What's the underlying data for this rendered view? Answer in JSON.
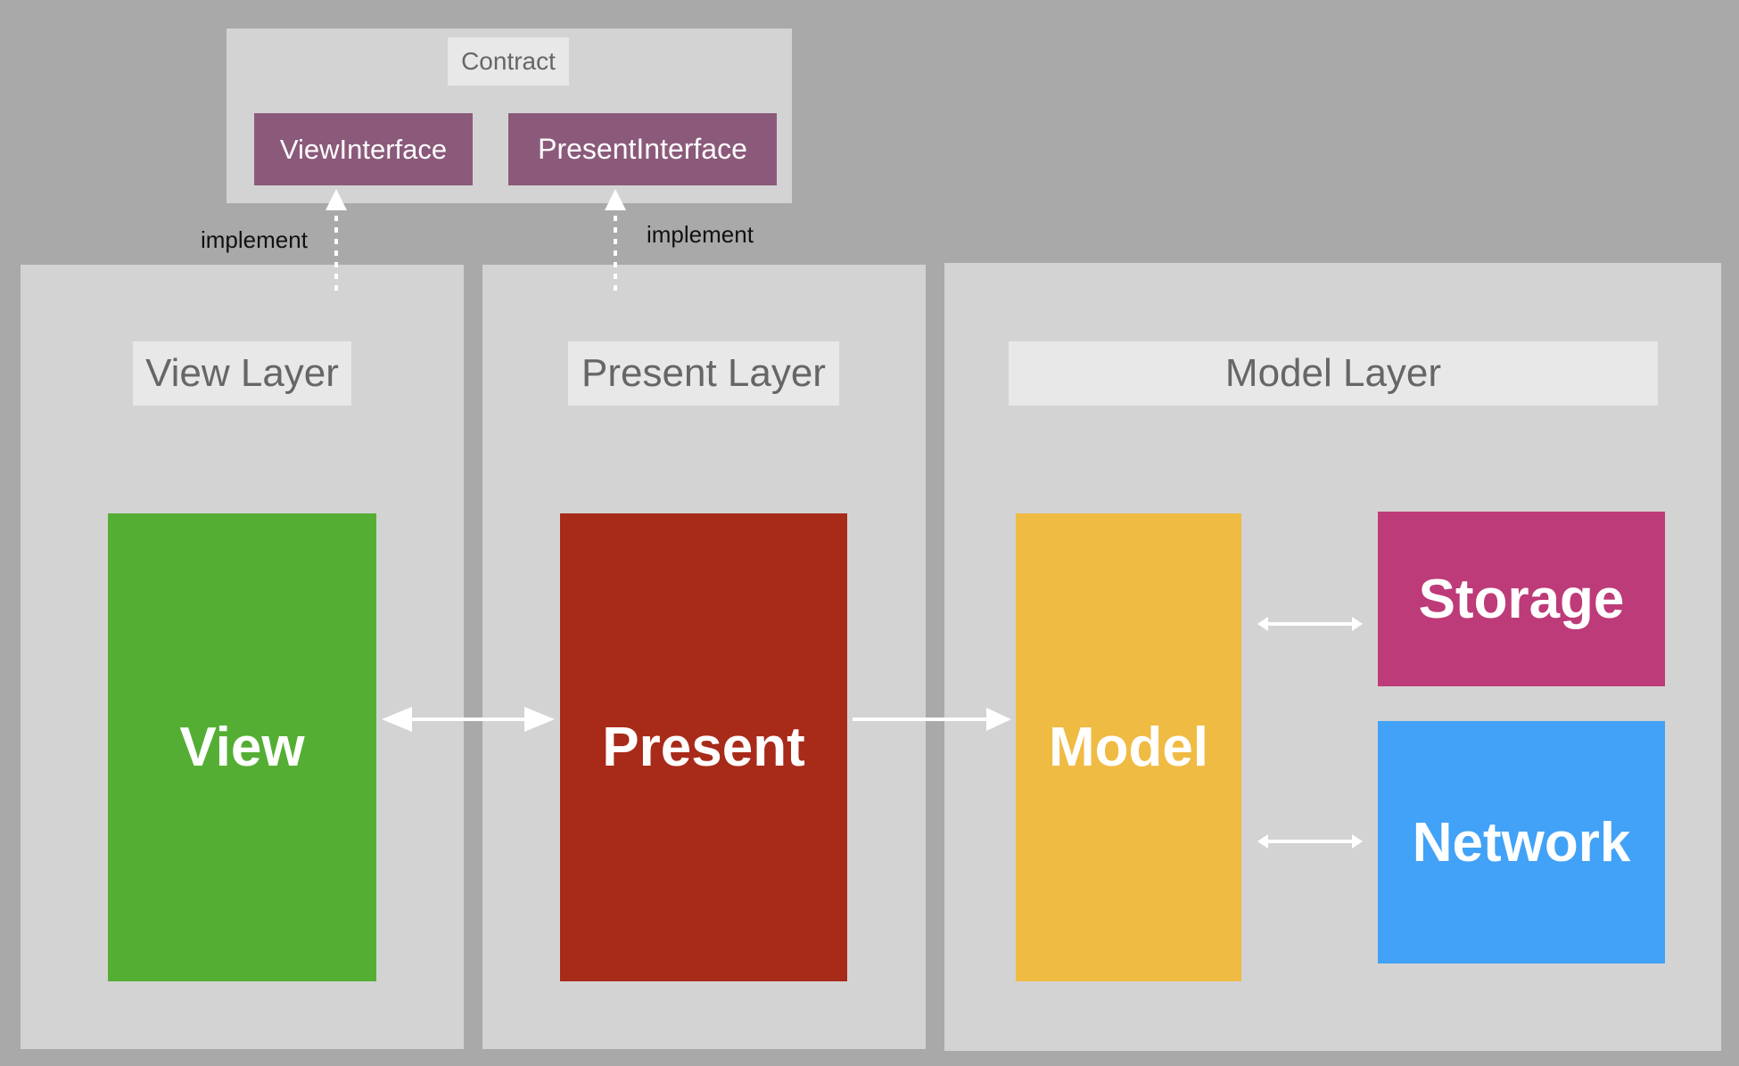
{
  "contract": {
    "title": "Contract",
    "view_interface": "ViewInterface",
    "present_interface": "PresentInterface"
  },
  "implement_labels": [
    "implement",
    "implement"
  ],
  "layers": {
    "view": {
      "title": "View Layer",
      "block": "View"
    },
    "present": {
      "title": "Present Layer",
      "block": "Present"
    },
    "model": {
      "title": "Model Layer",
      "block": "Model",
      "storage": "Storage",
      "network": "Network"
    }
  },
  "colors": {
    "background": "#a9a9a9",
    "panel": "#d3d3d3",
    "interface": "#8b5a7a",
    "view": "#55ae34",
    "present": "#a82a19",
    "model": "#f0bb43",
    "storage": "#bd3b78",
    "network": "#41a2f7"
  }
}
